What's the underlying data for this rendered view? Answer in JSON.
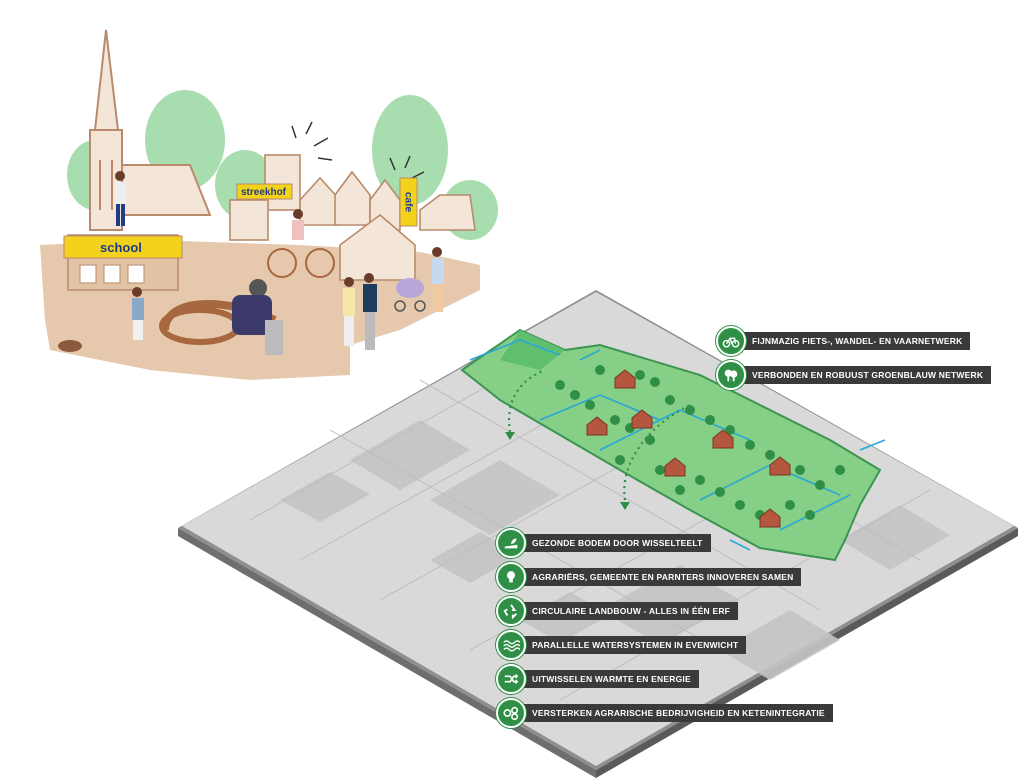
{
  "village": {
    "signs": {
      "school": "school",
      "streekhof": "streekhof",
      "cafe": "cafe"
    }
  },
  "callouts": [
    {
      "icon": "bicycle-icon",
      "label": "FIJNMAZIG FIETS-, WANDEL- EN VAARNETWERK"
    },
    {
      "icon": "trees-icon",
      "label": "VERBONDEN EN ROBUUST GROENBLAUW NETWERK"
    },
    {
      "icon": "soil-icon",
      "label": "GEZONDE BODEM DOOR WISSELTEELT"
    },
    {
      "icon": "lightbulb-icon",
      "label": "AGRARIËRS, GEMEENTE EN PARNTERS INNOVEREN SAMEN"
    },
    {
      "icon": "recycle-icon",
      "label": "CIRCULAIRE LANDBOUW - ALLES IN ÉÉN ERF"
    },
    {
      "icon": "waves-icon",
      "label": "PARALLELLE WATERSYSTEMEN IN EVENWICHT"
    },
    {
      "icon": "exchange-icon",
      "label": "UITWISSELEN WARMTE EN ENERGIE"
    },
    {
      "icon": "chain-icon",
      "label": "VERSTERKEN AGRARISCHE BEDRIJVIGHEID EN KETENINTEGRATIE"
    }
  ],
  "colors": {
    "accent_green": "#2f8f46",
    "light_green": "#7fcf7f",
    "label_bg": "#3a3a3a",
    "sign_yellow": "#f2d21b",
    "brick": "#b98a6b"
  }
}
